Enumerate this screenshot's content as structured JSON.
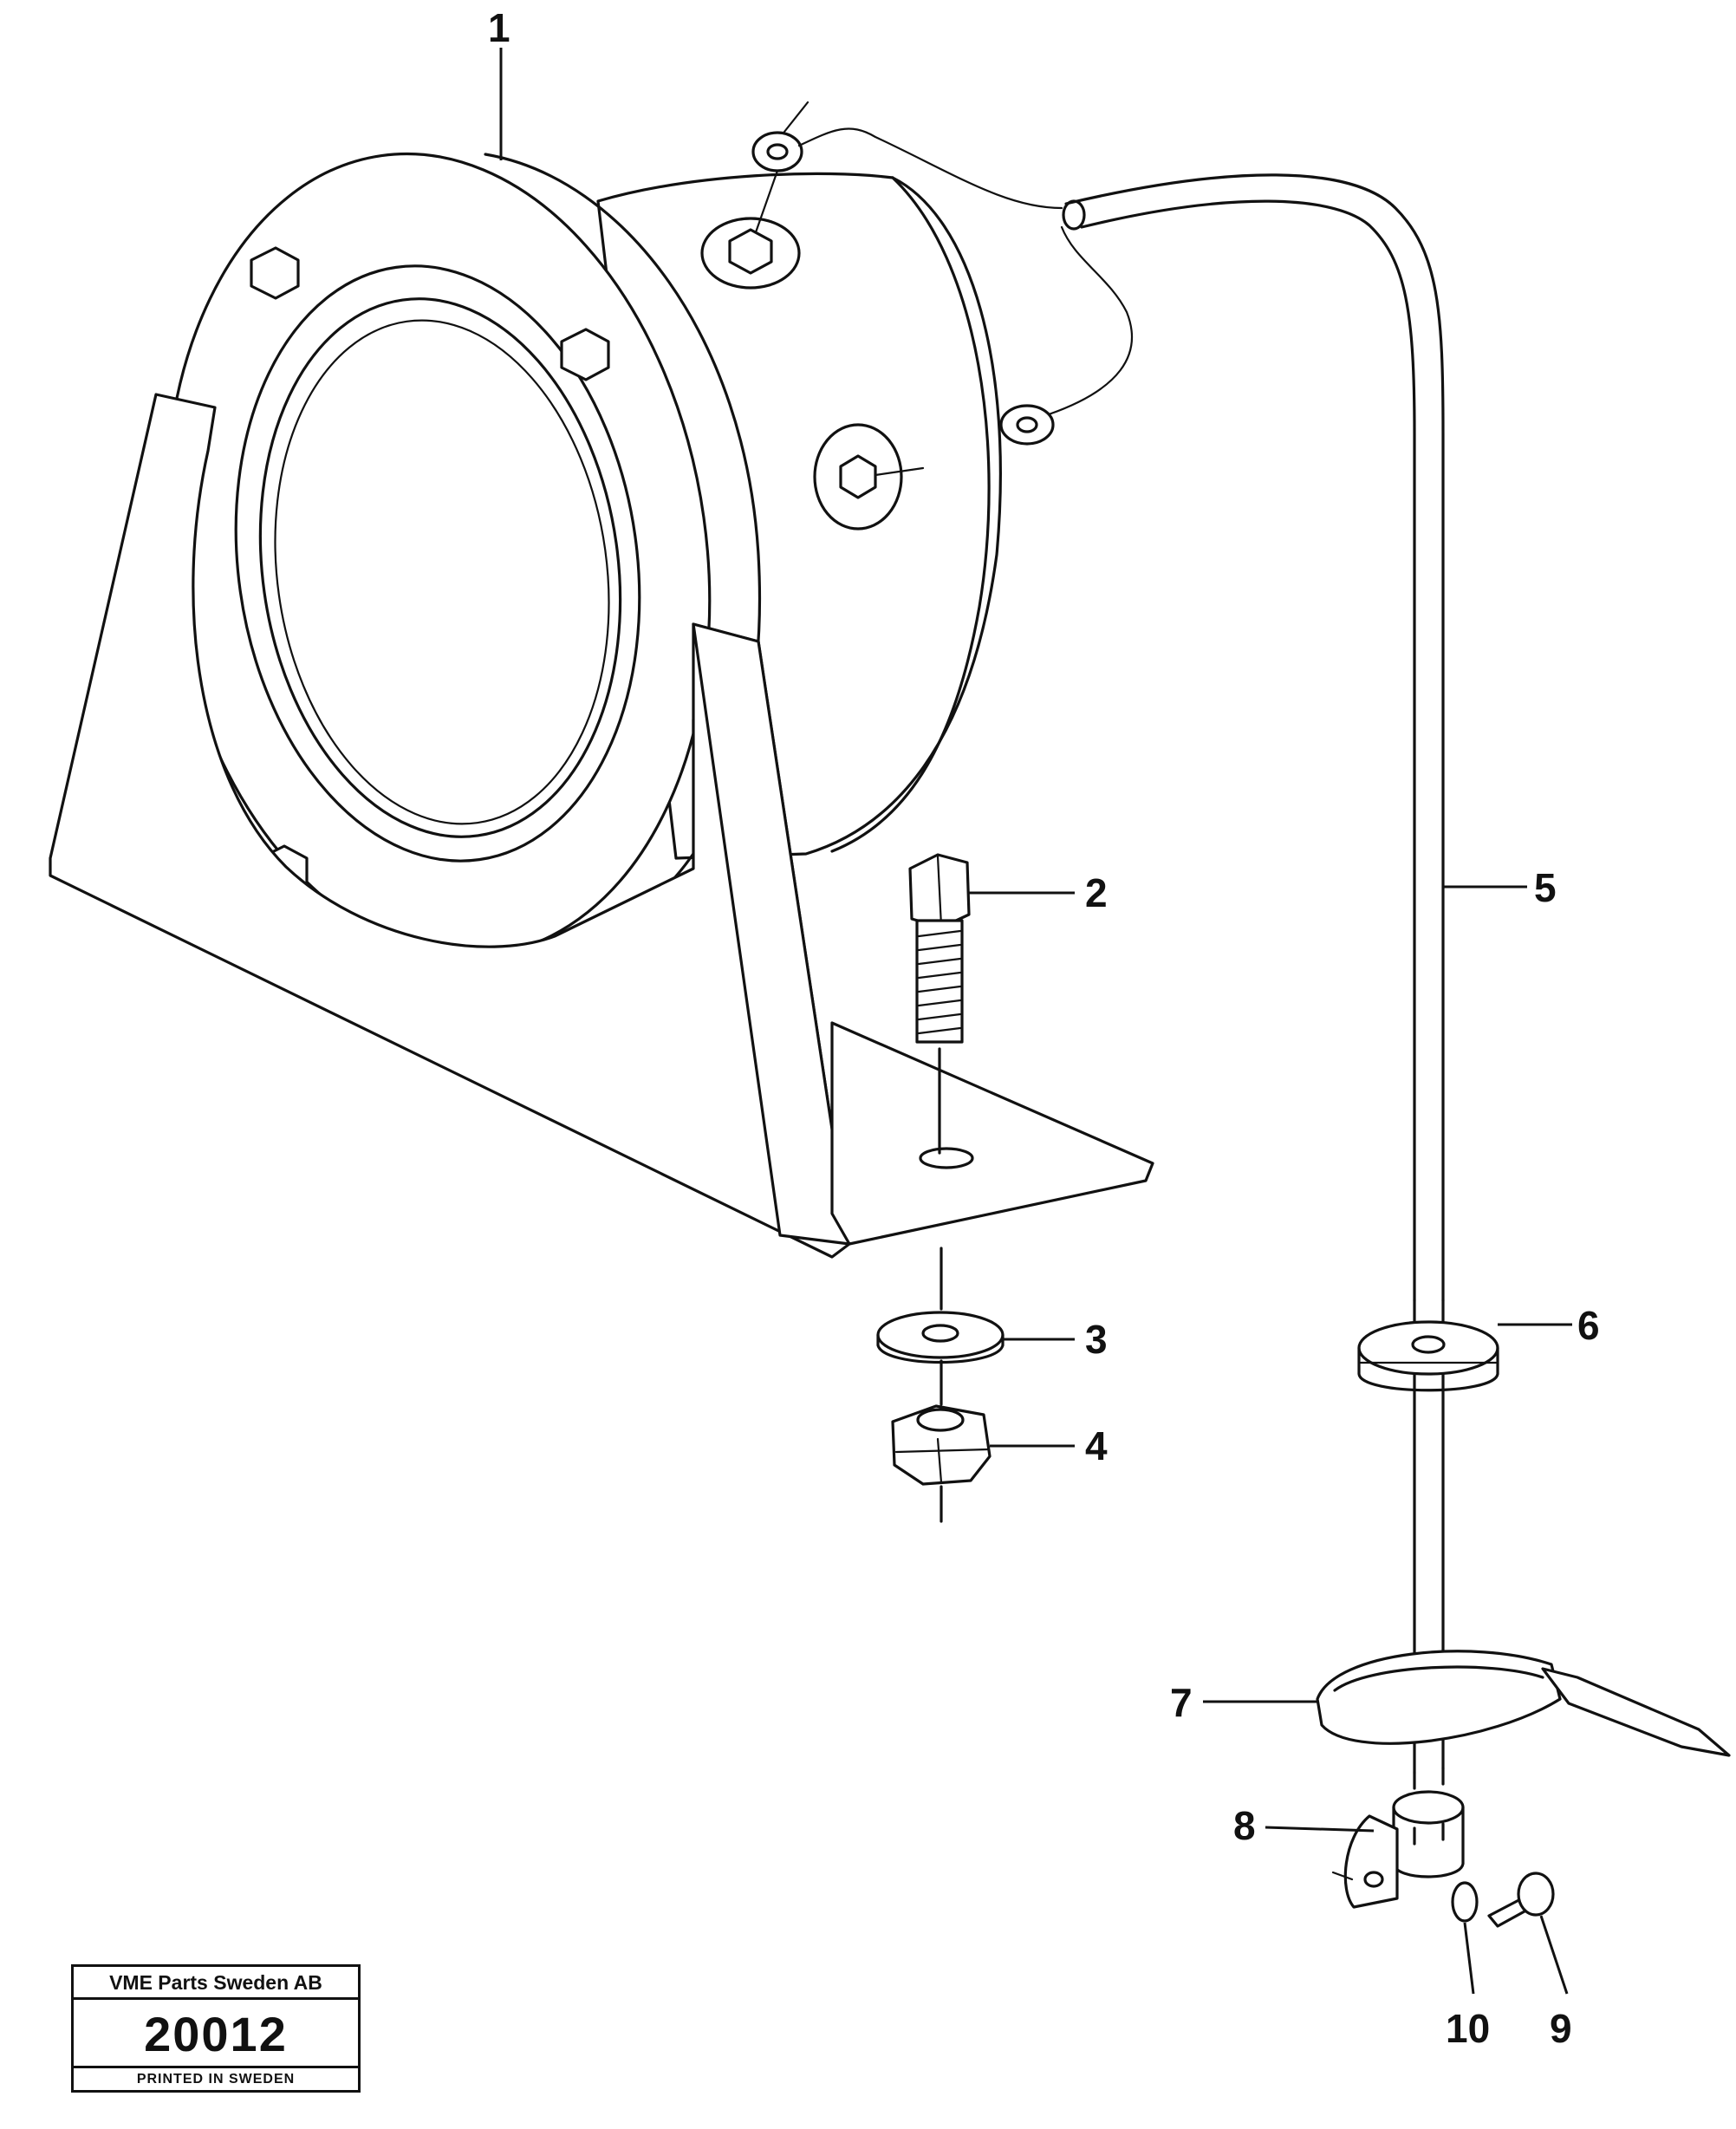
{
  "diagram": {
    "callouts": [
      {
        "id": "1",
        "label": "1"
      },
      {
        "id": "2",
        "label": "2"
      },
      {
        "id": "3",
        "label": "3"
      },
      {
        "id": "4",
        "label": "4"
      },
      {
        "id": "5",
        "label": "5"
      },
      {
        "id": "6",
        "label": "6"
      },
      {
        "id": "7",
        "label": "7"
      },
      {
        "id": "8",
        "label": "8"
      },
      {
        "id": "9",
        "label": "9"
      },
      {
        "id": "10",
        "label": "10"
      }
    ]
  },
  "title_block": {
    "company": "VME Parts Sweden AB",
    "number": "20012",
    "printed": "PRINTED IN SWEDEN"
  }
}
